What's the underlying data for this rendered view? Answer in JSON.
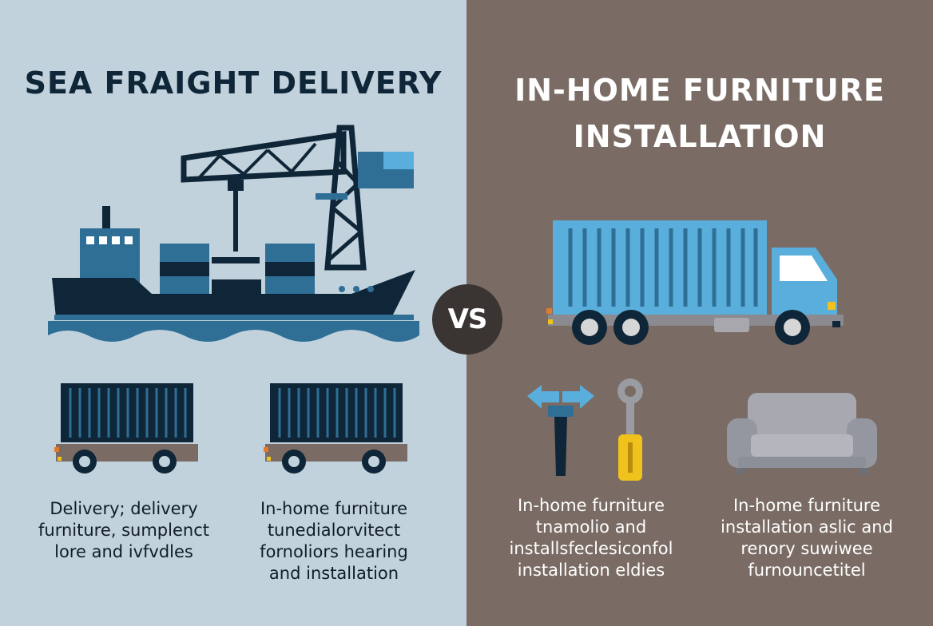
{
  "left": {
    "title": "SEA FRAIGHT DELIVERY",
    "captions": [
      [
        "Delivery; delivery",
        "furniture, sumplenct",
        "lore and ivfvdles"
      ],
      [
        "In-home furniture",
        "tunedialorvitect",
        "fornoliors hearing",
        "and installation"
      ]
    ]
  },
  "right": {
    "title_lines": [
      "IN-HOME FURNITURE",
      "INSTALLATION"
    ],
    "captions": [
      [
        "In-home furniture",
        "tnamolio and",
        "installsfeclesiconfol",
        "installation eldies"
      ],
      [
        "In-home furniture",
        "installation aslic and",
        "renory suwiwee",
        "furnouncetitel"
      ]
    ]
  },
  "vs_label": "VS",
  "icons": [
    "cargo-ship-icon",
    "port-crane-icon",
    "container-wagon-icon",
    "delivery-truck-icon",
    "wrench-icon",
    "screwdriver-icon",
    "sofa-icon"
  ],
  "colors": {
    "left_bg": "#c1d2dc",
    "right_bg": "#7a6c64",
    "navy": "#0f2638",
    "steel_blue": "#2f6f96",
    "light_blue": "#5aaedb",
    "yellow": "#f1c21b",
    "vs_bg": "#3a3432"
  }
}
